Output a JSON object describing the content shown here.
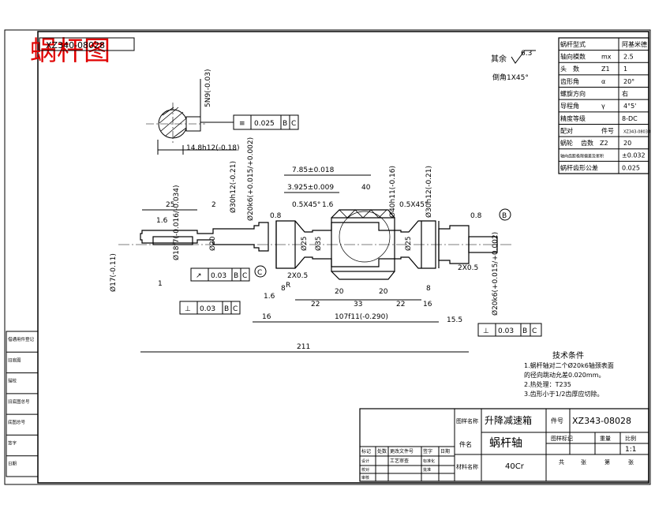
{
  "sheet_title": "蜗杆图",
  "top_code": "XZ340-08028",
  "surface_finish": {
    "prefix": "其余",
    "ra": "6.3",
    "chamfer": "倒角1X45°"
  },
  "params_table": [
    [
      "蜗杆型式",
      "",
      "阿基米德"
    ],
    [
      "轴向模数",
      "mx",
      "2.5"
    ],
    [
      "头　数",
      "Z1",
      "1"
    ],
    [
      "齿形角",
      "α",
      "20°"
    ],
    [
      "螺旋方向",
      "",
      "右"
    ],
    [
      "导程角",
      "γ",
      "4°5'"
    ],
    [
      "精度等级",
      "",
      "8-DC"
    ],
    [
      "配对",
      "件号",
      "XZ343-08030"
    ],
    [
      "蜗轮",
      "齿数",
      "Z2",
      "20"
    ],
    [
      "轴向齿距极限偏差及累积",
      "",
      "±0.032"
    ],
    [
      "蜗杆齿形公差",
      "",
      "0.025"
    ]
  ],
  "section": {
    "key_width": "5N9(-0.03)",
    "depth": "14.8h12(-0.18)",
    "tol": [
      "0.025",
      "B",
      "C"
    ]
  },
  "dims": {
    "d1": "7.85±0.018",
    "d2": "3.925±0.009",
    "d3": "40",
    "chamfer1": "0.5X45°",
    "chamfer2": "0.5X45°",
    "ra16": "1.6",
    "ra08a": "0.8",
    "ra08b": "0.8",
    "dia30a": "Ø30h12(-0.21)",
    "dia20k6": "Ø20k6(+0.015/+0.002)",
    "dia40h11": "Ø40h11(-0.16)",
    "dia30b": "Ø30h12(-0.21)",
    "dia17": "Ø17(-0.11)",
    "dia20": "Ø20",
    "dia18": "Ø18f7(-0.016/-0.034)",
    "dia25a": "Ø25",
    "dia35": "Ø35",
    "dia25b": "Ø25",
    "dia20k6b": "Ø20k6(+0.015/+0.002)",
    "len25": "25",
    "len2": "2",
    "len2x05a": "2X0.5",
    "len2x05b": "2X0.5",
    "len8a": "8",
    "len8b": "8",
    "len20a": "20",
    "len20b": "20",
    "len22a": "22",
    "len33": "33",
    "len22b": "22",
    "len16a": "16",
    "len16b": "16",
    "len107": "107f11(-0.290)",
    "len155": "15.5",
    "len211": "211",
    "len1": "1",
    "len16c": "1.6",
    "len16d": "1.6",
    "r1": "R",
    "datum_b": "B",
    "datum_c": "C",
    "tolA": [
      "0.03",
      "B",
      "C"
    ],
    "tolB": [
      "0.03",
      "B",
      "C"
    ],
    "tolC": [
      "0.03",
      "B",
      "C"
    ]
  },
  "tech_req": {
    "title": "技术条件",
    "lines": [
      "1.蜗杆轴对二个Ø20k6轴颈表面",
      "  的径向跳动允差0.020mm。",
      "2.热处理：T235",
      "3.齿形小于1/2齿厚应切除。"
    ]
  },
  "title_block": {
    "project_label": "图样名称",
    "project": "升降减速箱",
    "code_label": "件号",
    "code": "XZ343-08028",
    "part_label": "件名",
    "part": "蜗杆轴",
    "material_label": "材料名称",
    "material": "40Cr",
    "scale_headers": [
      "图样标记",
      "重量",
      "比例"
    ],
    "scale": "1:1",
    "sheet_row": [
      "共",
      "张",
      "第",
      "张"
    ],
    "rev_headers": [
      "标记",
      "处数",
      "更改文件号",
      "签字",
      "日期"
    ],
    "roles": [
      "设计",
      "校对",
      "审核",
      "工艺",
      "标准化",
      "批准"
    ],
    "process_label": "工艺审查"
  },
  "left_stamps": [
    "借通用件登记",
    "旧底图",
    "描校",
    "旧底图总号",
    "底图总号",
    "签字",
    "日期"
  ]
}
